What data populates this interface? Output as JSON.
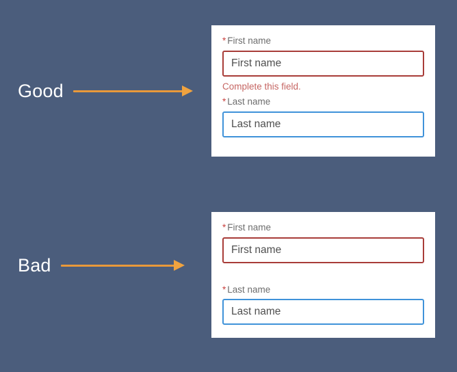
{
  "theme": {
    "background": "#4b5d7c",
    "card_background": "#ffffff",
    "arrow_color": "#e9993a",
    "annotation_text_color": "#ffffff",
    "error_border_color": "#a83c38",
    "focus_border_color": "#3f92d9",
    "error_text_color": "#c66663",
    "required_star_color": "#c9413f",
    "label_color": "#6d6d6d",
    "input_text_color": "#4f4f4f"
  },
  "annotations": [
    {
      "label": "Good",
      "arrow_icon": "arrow-right-icon"
    },
    {
      "label": "Bad",
      "arrow_icon": "arrow-right-icon"
    }
  ],
  "good_example": {
    "first_name": {
      "required_marker": "*",
      "label": "First name",
      "value": "First name",
      "state": "error"
    },
    "error_message": "Complete this field.",
    "last_name": {
      "required_marker": "*",
      "label": "Last name",
      "value": "Last name",
      "state": "focused"
    }
  },
  "bad_example": {
    "first_name": {
      "required_marker": "*",
      "label": "First name",
      "value": "First name",
      "state": "error"
    },
    "error_message": "",
    "last_name": {
      "required_marker": "*",
      "label": "Last name",
      "value": "Last name",
      "state": "focused"
    }
  }
}
